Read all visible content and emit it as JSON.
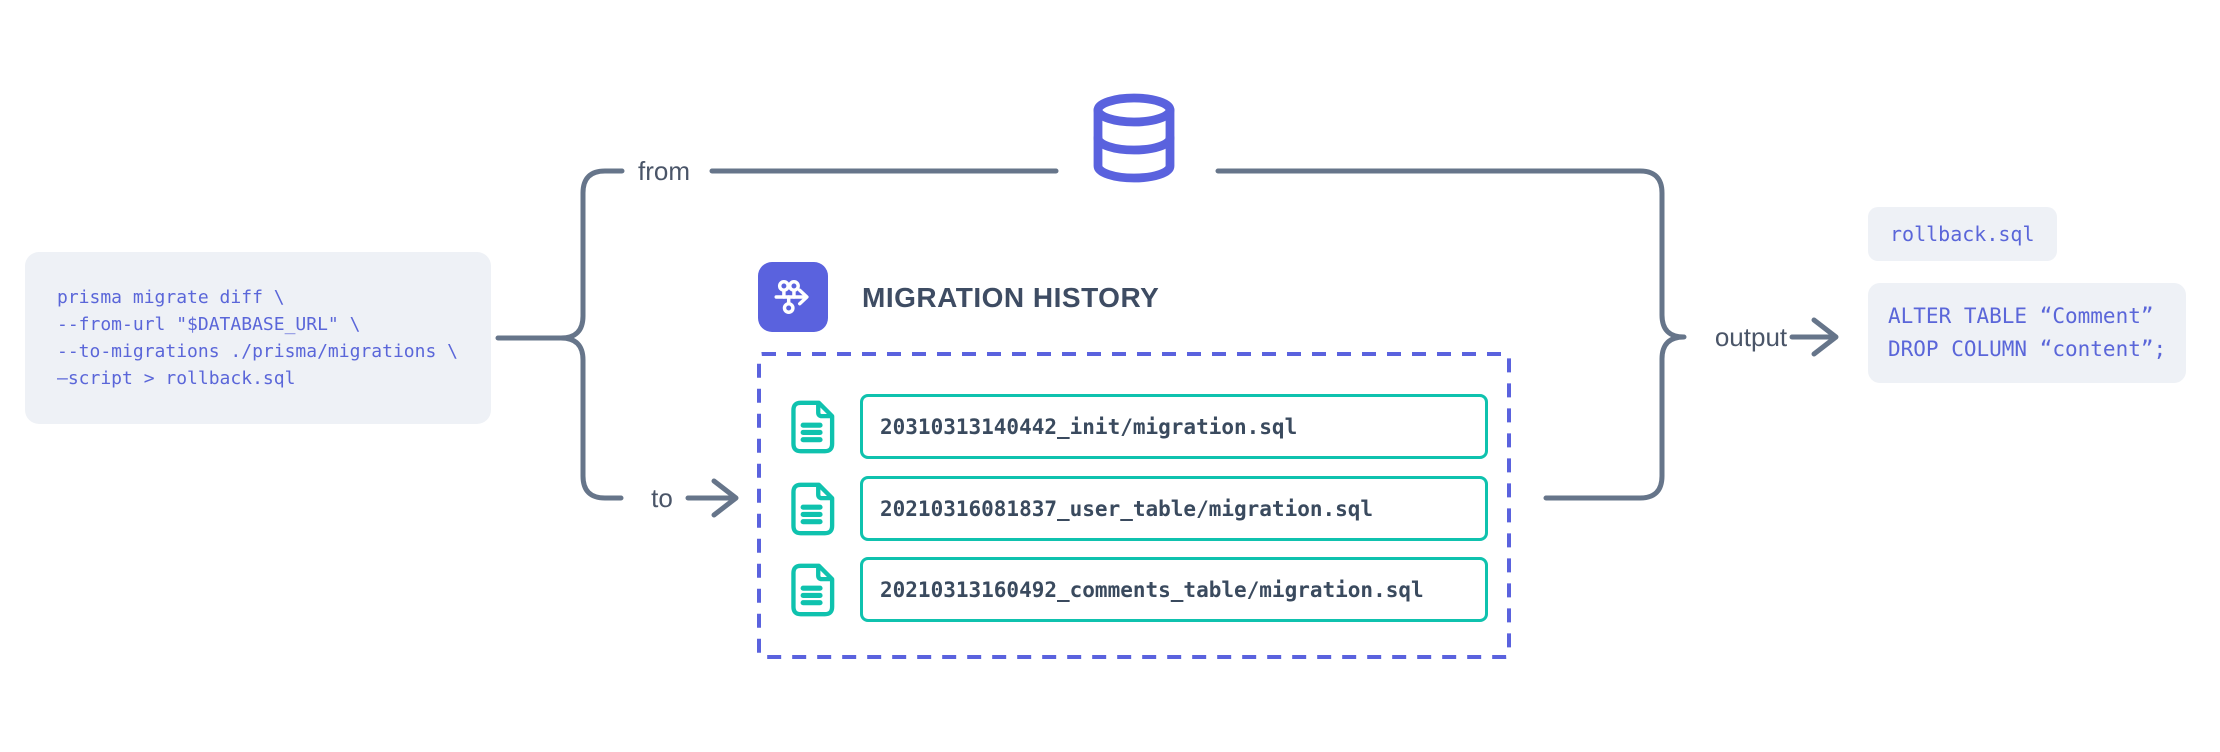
{
  "command_block": {
    "lines": [
      "prisma migrate diff \\",
      "--from-url \"$DATABASE_URL\" \\",
      "--to-migrations ./prisma/migrations \\",
      "–script > rollback.sql"
    ]
  },
  "connector_labels": {
    "from": "from",
    "to": "to",
    "output": "output"
  },
  "migration_history": {
    "title": "MIGRATION HISTORY",
    "items": [
      {
        "label": "20310313140442_init/migration.sql"
      },
      {
        "label": "20210316081837_user_table/migration.sql"
      },
      {
        "label": "20210313160492_comments_table/migration.sql"
      }
    ]
  },
  "output_panel": {
    "filename": "rollback.sql",
    "sql_lines": [
      "ALTER TABLE “Comment”",
      "DROP COLUMN “content”;"
    ]
  },
  "icons": {
    "database": "database-cylinder-icon",
    "migration_history": "git-commit-graph-arrow-icon",
    "migration_file": "file-text-icon",
    "to_arrow": "arrow-right-icon",
    "output_arrow": "arrow-right-icon"
  },
  "colors": {
    "indigo": "#5A62DE",
    "indigo_text": "#5A66D9",
    "teal": "#0FC2AE",
    "connector_gray": "#66758A",
    "label_text": "#4A5568",
    "title_text": "#3E4C63",
    "row_text": "#3A4A5E",
    "panel_bg": "#EEF1F6"
  }
}
